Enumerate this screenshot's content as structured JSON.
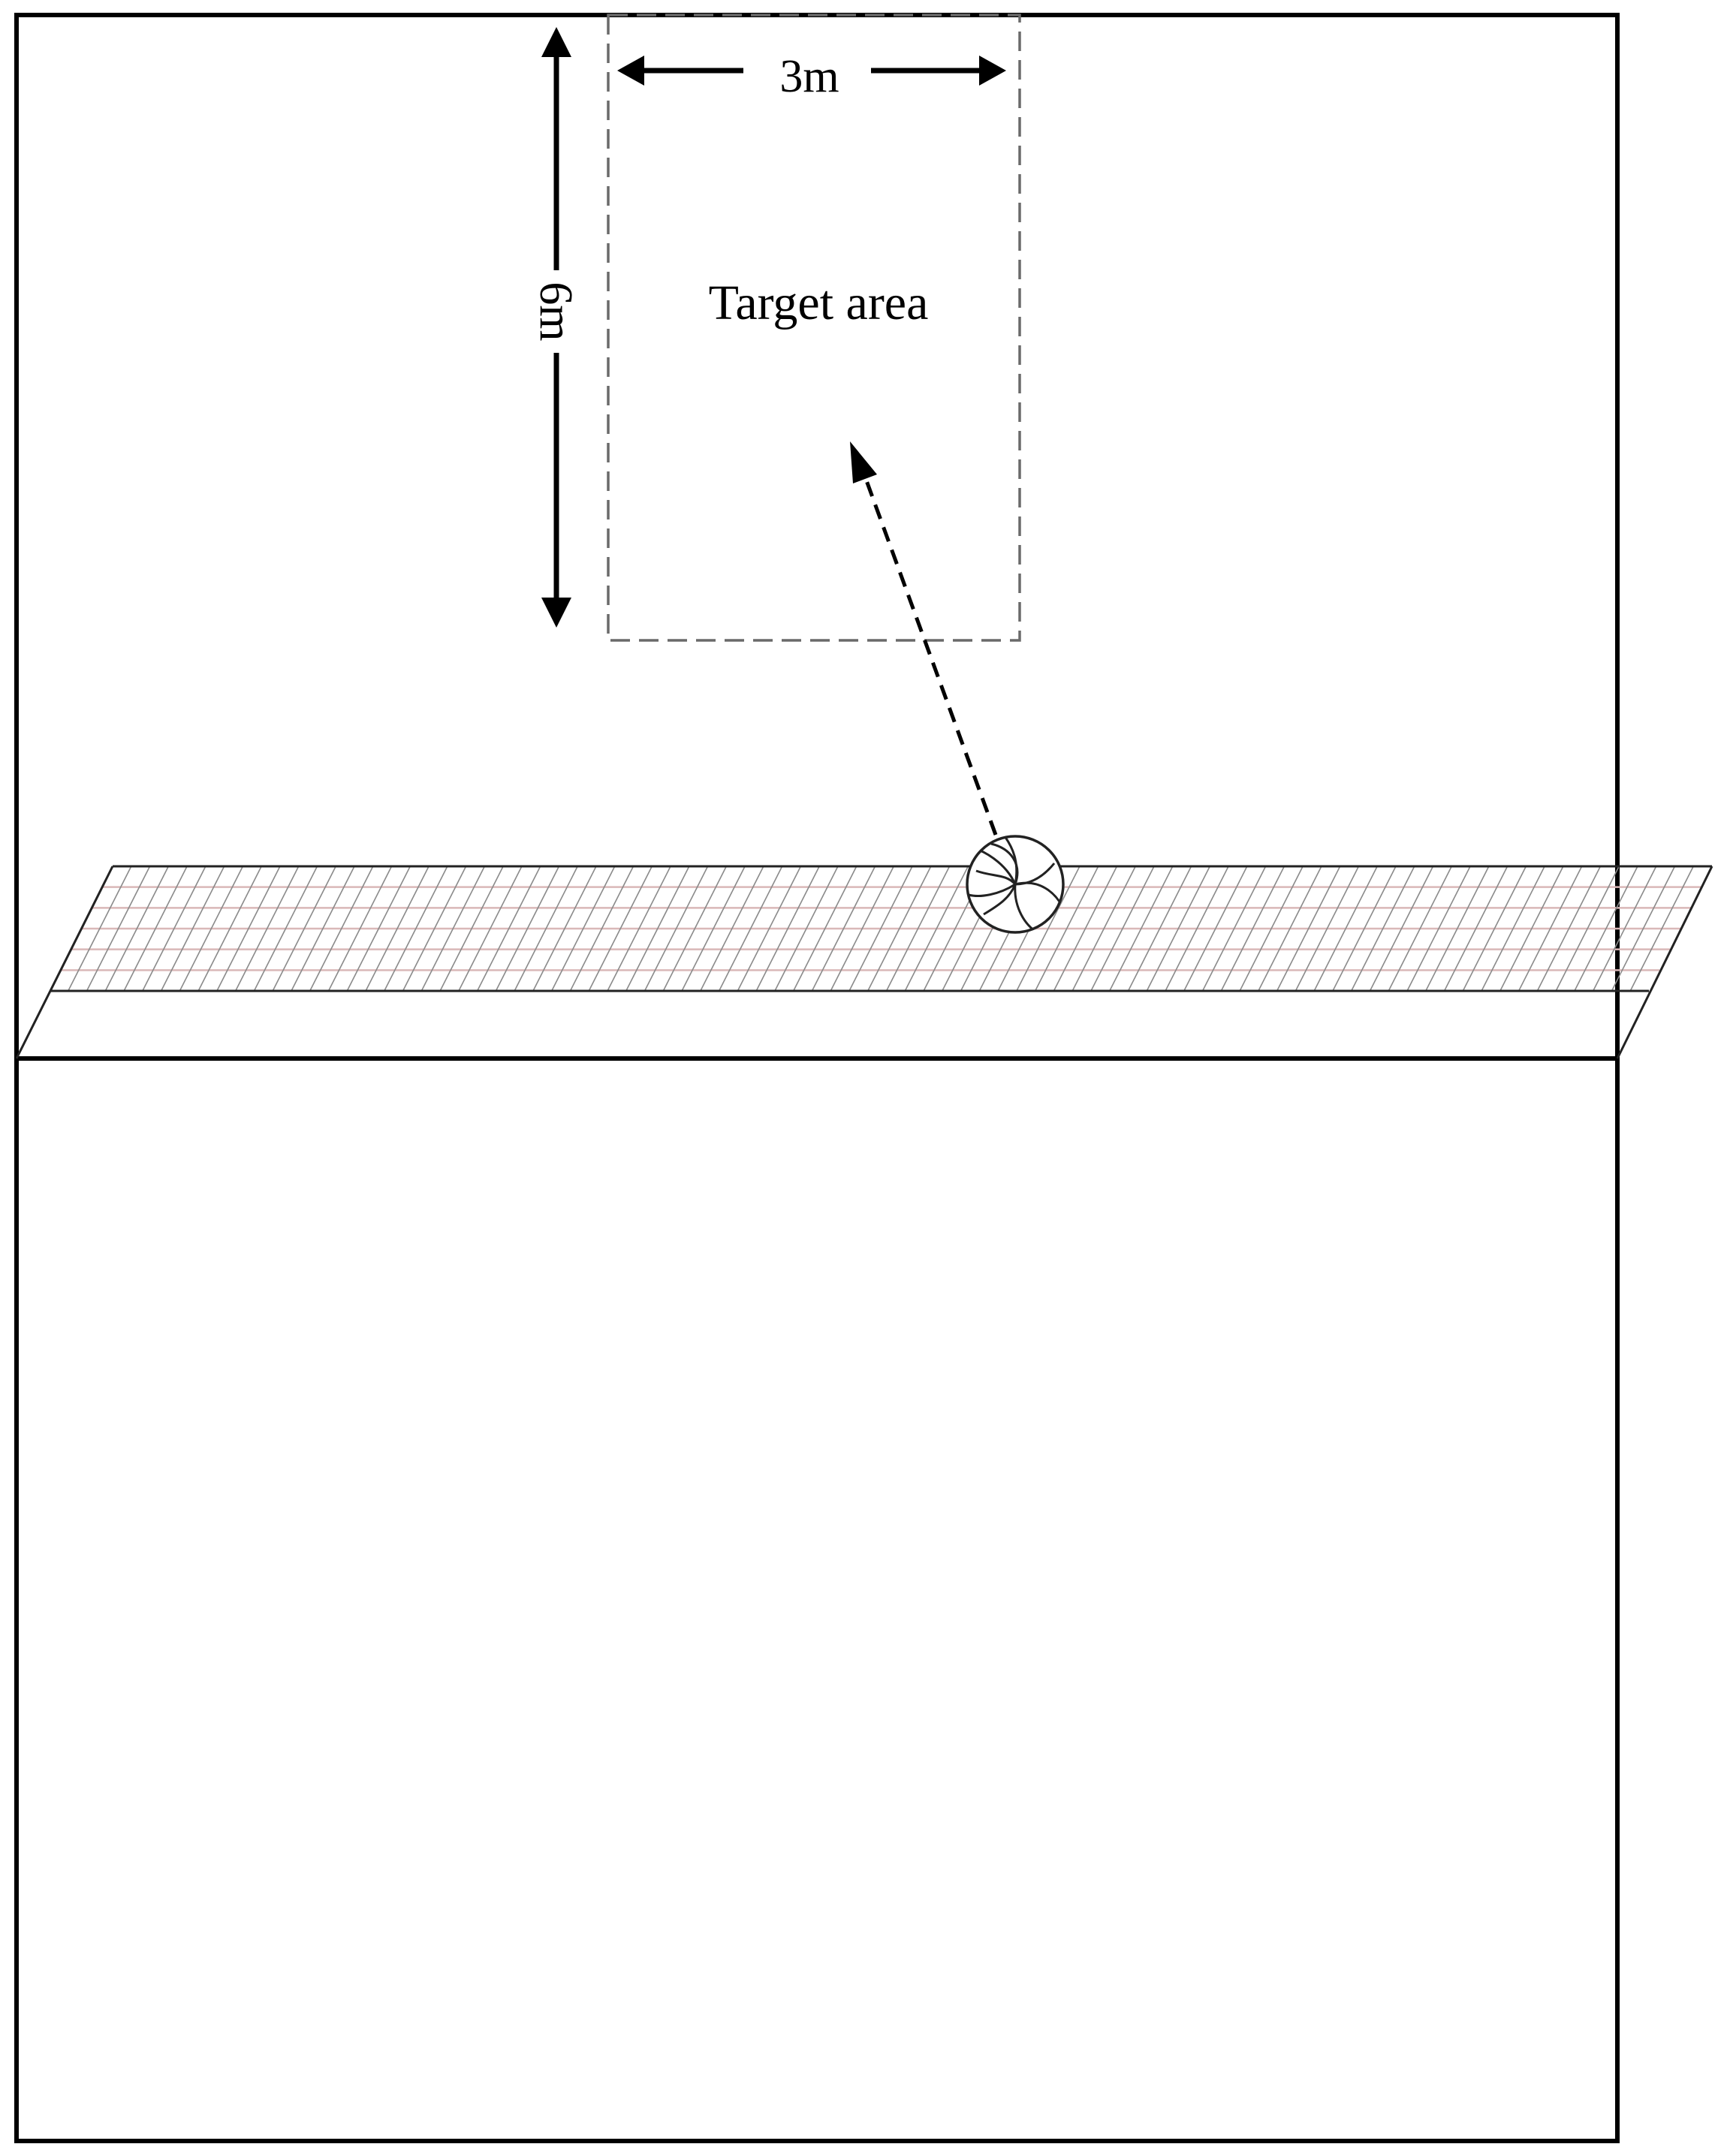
{
  "labels": {
    "width": "3m",
    "length": "6m",
    "target_area": "Target area"
  },
  "colors": {
    "court_line": "#000000",
    "target_dash": "#6a6a6a",
    "net_frame": "#222222",
    "net_mesh_vertical": "#8a8a8a",
    "net_mesh_horizontal": "#d9b8b8",
    "background": "#ffffff"
  },
  "icons": {
    "ball": "volleyball-icon"
  }
}
